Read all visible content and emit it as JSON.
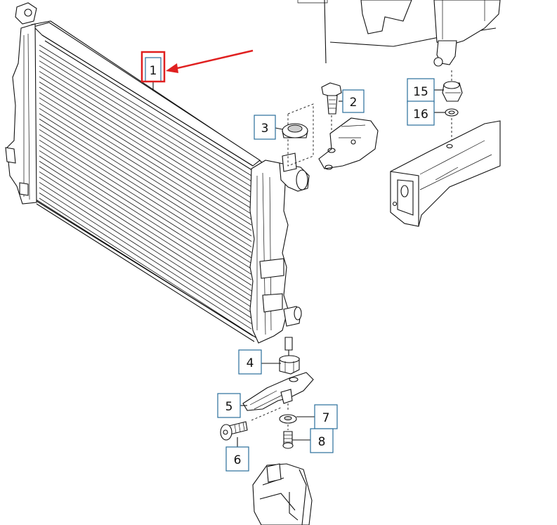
{
  "callouts": [
    {
      "id": "1",
      "label": "1",
      "highlighted": true
    },
    {
      "id": "2",
      "label": "2"
    },
    {
      "id": "3",
      "label": "3"
    },
    {
      "id": "4",
      "label": "4"
    },
    {
      "id": "5",
      "label": "5"
    },
    {
      "id": "6",
      "label": "6"
    },
    {
      "id": "7",
      "label": "7"
    },
    {
      "id": "8",
      "label": "8"
    },
    {
      "id": "15",
      "label": "15"
    },
    {
      "id": "16",
      "label": "16"
    }
  ],
  "colors": {
    "callout_border": "#2a6f9b",
    "highlight": "#e02020",
    "ink": "#111111"
  }
}
